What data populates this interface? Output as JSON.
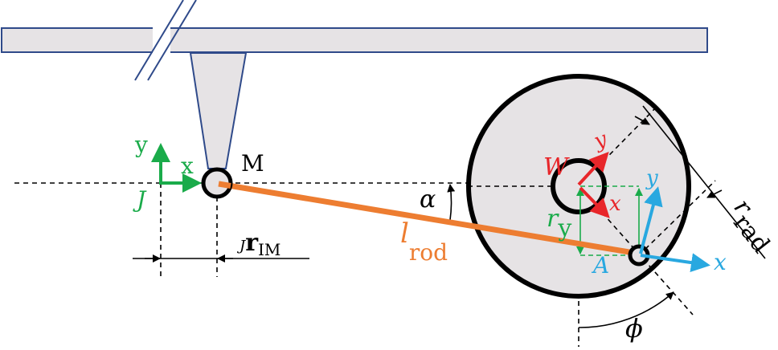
{
  "labels": {
    "joint": "M",
    "frame_j": "J",
    "frame_j_x": "x",
    "frame_j_y": "y",
    "r_im_prefix": "J",
    "r_im": "r",
    "r_im_sub": "IM",
    "alpha": "α",
    "l_rod": "l",
    "l_rod_sub": "rod",
    "w_frame": "W",
    "w_x": "x",
    "w_y": "y",
    "a_frame": "A",
    "a_x": "x",
    "a_y": "y",
    "r_y": "r",
    "r_y_sub": "y",
    "r_rad": "r",
    "r_rad_sub": "rad",
    "phi": "ϕ"
  },
  "colors": {
    "green": "#1aab4a",
    "orange": "#ed7d31",
    "red": "#e8262a",
    "blue": "#29a8e0",
    "frame": "#2f4a8a",
    "fill": "#e6e3e5"
  }
}
